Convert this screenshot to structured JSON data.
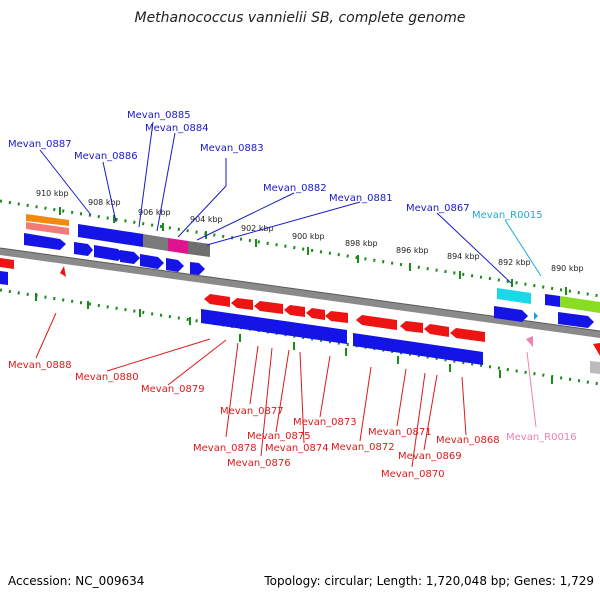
{
  "title": "Methanococcus vannielii SB, complete genome",
  "footer": {
    "accession": "Accession: NC_009634",
    "summary": "Topology: circular; Length: 1,720,048 bp; Genes: 1,729"
  },
  "colors": {
    "forward_gene": "#1010e0",
    "reverse_gene": "#ee1010",
    "label_forward": "#1a1ac8",
    "label_reverse": "#dd1a1a",
    "trna_forward": "#20a8d8",
    "trna_reverse": "#f080b0",
    "tick": "#1a8a1a",
    "backbone": "#888888"
  },
  "scale": [
    "910 kbp",
    "908 kbp",
    "906 kbp",
    "904 kbp",
    "902 kbp",
    "900 kbp",
    "898 kbp",
    "896 kbp",
    "894 kbp",
    "892 kbp",
    "890 kbp"
  ],
  "forward_labels": [
    "Mevan_0887",
    "Mevan_0886",
    "Mevan_0885",
    "Mevan_0884",
    "Mevan_0883",
    "Mevan_0882",
    "Mevan_0881",
    "Mevan_0867",
    "Mevan_R0015"
  ],
  "reverse_labels": [
    "Mevan_0888",
    "Mevan_0880",
    "Mevan_0879",
    "Mevan_0877",
    "Mevan_0878",
    "Mevan_0875",
    "Mevan_0876",
    "Mevan_0874",
    "Mevan_0873",
    "Mevan_0872",
    "Mevan_0871",
    "Mevan_0870",
    "Mevan_0869",
    "Mevan_0868",
    "Mevan_R0016"
  ]
}
